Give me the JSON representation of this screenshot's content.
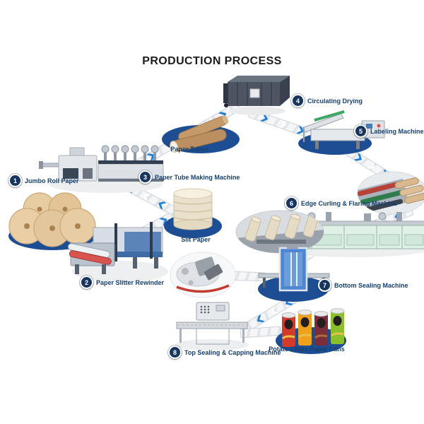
{
  "title": "PRODUCTION PROCESS",
  "steps": [
    {
      "num": "1",
      "label": "Jumbo Roll Paper"
    },
    {
      "num": "2",
      "label": "Paper Slitter Rewinder"
    },
    {
      "num": "3",
      "label": "Paper Tube Making Machine"
    },
    {
      "num": "4",
      "label": "Circulating Drying"
    },
    {
      "num": "5",
      "label": "Labeling Machine"
    },
    {
      "num": "6",
      "label": "Edge Curling & Flaring Machine"
    },
    {
      "num": "7",
      "label": "Bottom Sealing Machine"
    },
    {
      "num": "8",
      "label": "Top Sealing & Capping Machine"
    }
  ],
  "products": [
    {
      "label": "Paper Tubes"
    },
    {
      "label": "Slit Paper"
    },
    {
      "label": "Potato Chips Paper Cans"
    }
  ],
  "colors": {
    "label_text": "#17406f",
    "badge": "#17355e",
    "platform_oval": "#1d4e93",
    "arrow_chevron": "#1d7fd6",
    "paper_tan": "#d9b98a",
    "can_red": "#d23b2a",
    "can_orange": "#efa11c",
    "can_maroon": "#7c2d3a",
    "can_green": "#8bc02c"
  }
}
